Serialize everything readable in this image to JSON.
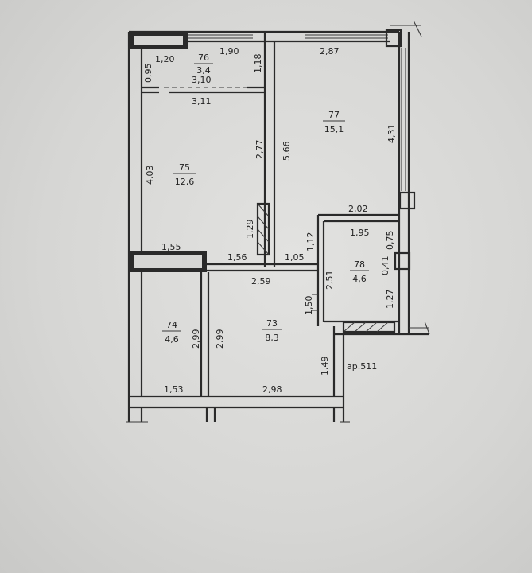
{
  "rooms": [
    {
      "number": "76",
      "area": "3,4"
    },
    {
      "number": "77",
      "area": "15,1"
    },
    {
      "number": "75",
      "area": "12,6"
    },
    {
      "number": "78",
      "area": "4,6"
    },
    {
      "number": "74",
      "area": "4,6"
    },
    {
      "number": "73",
      "area": "8,3"
    }
  ],
  "dimensions": {
    "d_1_20": "1,20",
    "d_1_90": "1,90",
    "d_2_87": "2,87",
    "d_0_95": "0,95",
    "d_1_18": "1,18",
    "d_3_10": "3,10",
    "d_3_11": "3,11",
    "d_4_31": "4,31",
    "d_4_03": "4,03",
    "d_2_77": "2,77",
    "d_5_66": "5,66",
    "d_1_29": "1,29",
    "d_2_02": "2,02",
    "d_1_95": "1,95",
    "d_0_75": "0,75",
    "d_1_12": "1,12",
    "d_1_55": "1,55",
    "d_1_56": "1,56",
    "d_1_05": "1,05",
    "d_0_41": "0,41",
    "d_2_59": "2,59",
    "d_2_51": "2,51",
    "d_1_27": "1,27",
    "d_1_50": "1,50",
    "d_2_99_a": "2,99",
    "d_2_99_b": "2,99",
    "d_1_49": "1,49",
    "d_1_53": "1,53",
    "d_2_98": "2,98"
  },
  "apartment_label": "ар.511"
}
